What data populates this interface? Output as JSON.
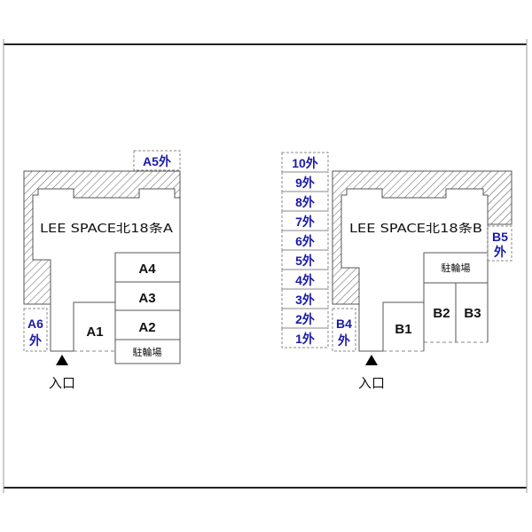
{
  "diagram": {
    "colors": {
      "line": "#555555",
      "frame_line": "#222222",
      "outside_label": "#1a1aa8",
      "dashed": "#8a8a8a",
      "hatch": "#555555"
    },
    "building_a": {
      "name": "LEE SPACE北18条A",
      "slots": [
        "A1",
        "A2",
        "A3",
        "A4"
      ],
      "bicycle_parking": "駐輪場",
      "outside_slots": [
        {
          "label": "A5外"
        },
        {
          "label_line1": "A6",
          "label_line2": "外"
        }
      ],
      "entrance": "入口"
    },
    "building_b": {
      "name": "LEE SPACE北18条B",
      "slots": [
        "B1",
        "B2",
        "B3"
      ],
      "bicycle_parking": "駐輪場",
      "outside_slots": [
        {
          "label_line1": "B4",
          "label_line2": "外"
        },
        {
          "label_line1": "B5",
          "label_line2": "外"
        }
      ],
      "entrance": "入口"
    },
    "street_slots": [
      "10外",
      "9外",
      "8外",
      "7外",
      "6外",
      "5外",
      "4外",
      "3外",
      "2外",
      "1外"
    ]
  }
}
